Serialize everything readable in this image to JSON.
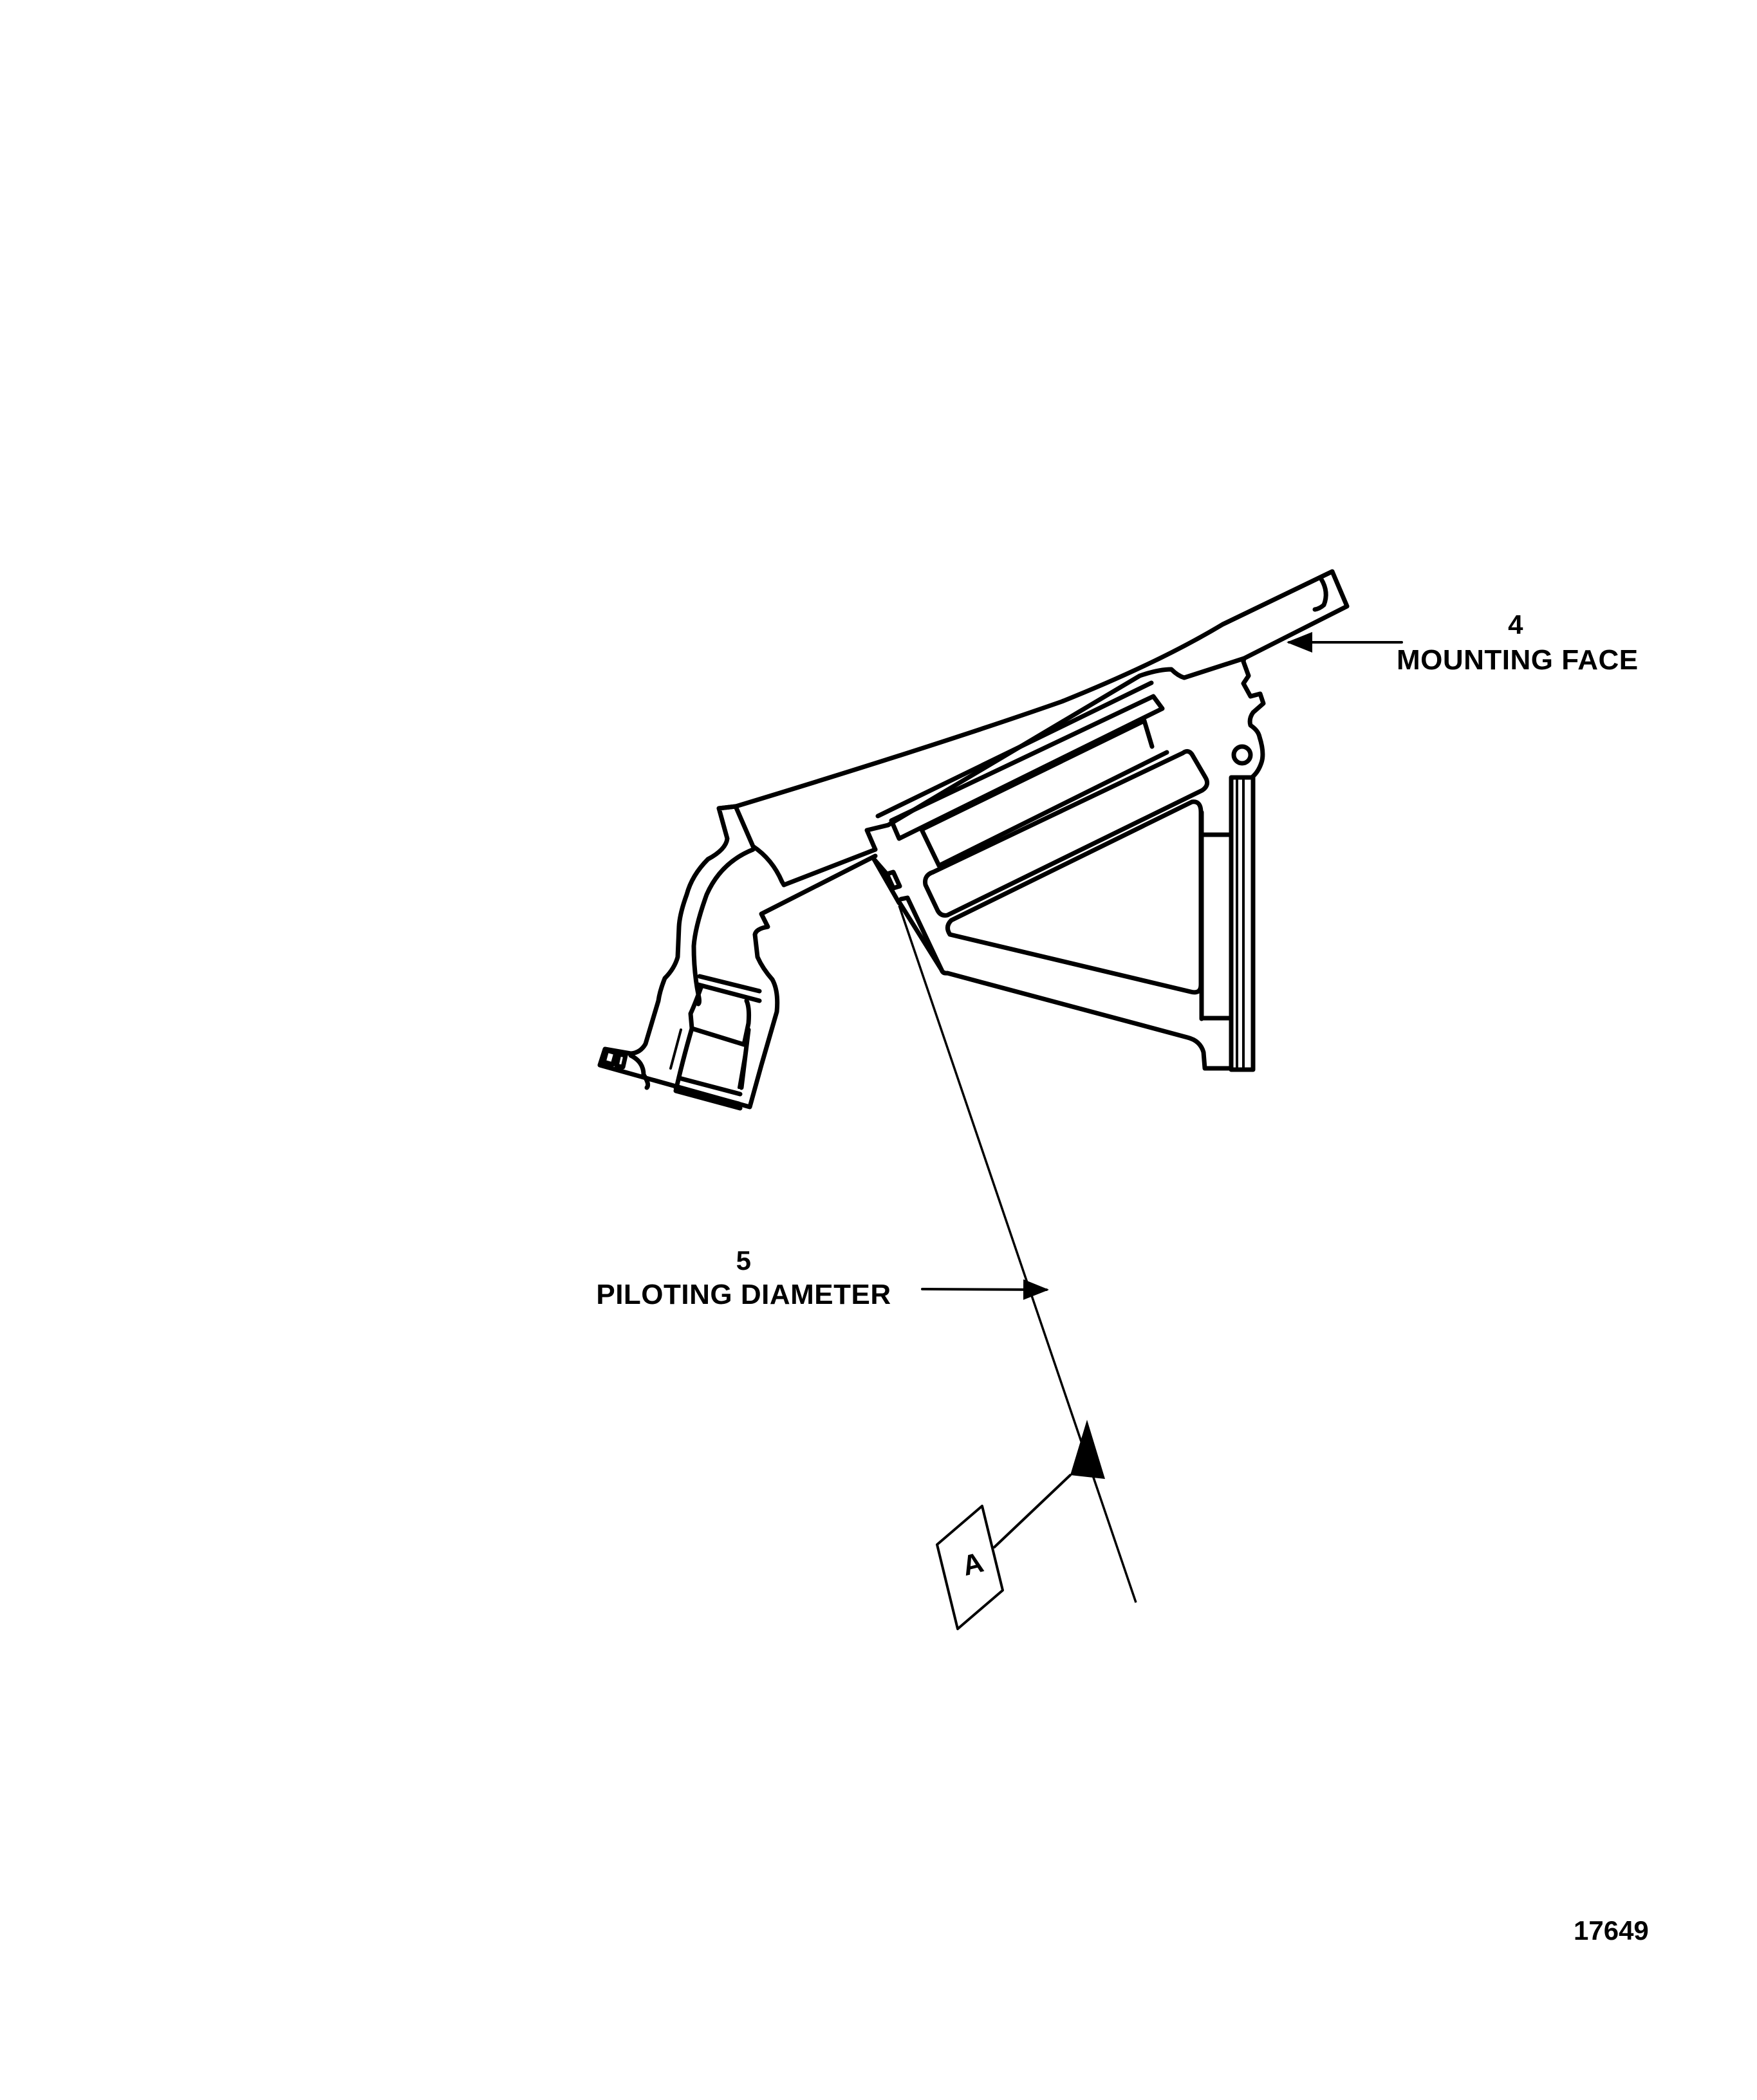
{
  "figure": {
    "type": "engineering line drawing",
    "subject": "cross-section of mounting component",
    "figure_number": "17649"
  },
  "callouts": [
    {
      "number": "4",
      "label": "MOUNTING FACE"
    },
    {
      "number": "5",
      "label": "PILOTING DIAMETER"
    }
  ],
  "datum": {
    "letter": "A"
  },
  "colors": {
    "ink": "#000000",
    "background": "#ffffff"
  }
}
